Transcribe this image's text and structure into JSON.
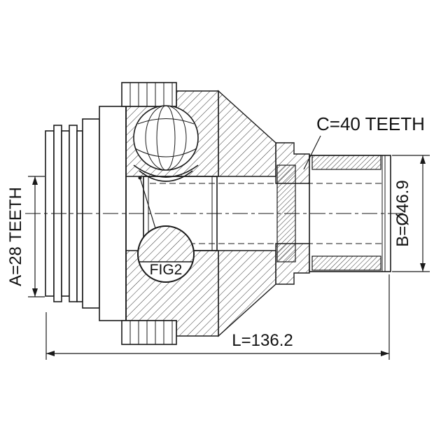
{
  "drawing": {
    "figure_label": "FIG2",
    "dimensions": {
      "a_label": "A=28 TEETH",
      "b_label": "B=Ø46.9",
      "c_label": "C=40 TEETH",
      "l_label": "L=136.2"
    },
    "colors": {
      "line": "#1a1a1a",
      "background": "#ffffff"
    }
  }
}
